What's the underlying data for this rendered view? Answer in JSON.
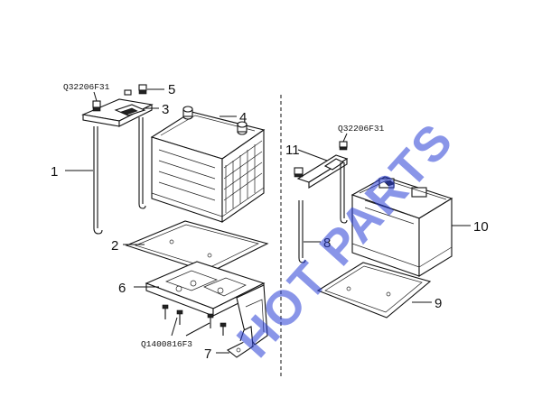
{
  "codes": {
    "left_top": "Q32206F31",
    "right_top": "Q32206F31",
    "bottom": "Q1400816F3"
  },
  "callouts": {
    "c1": "1",
    "c2": "2",
    "c3": "3",
    "c4": "4",
    "c5": "5",
    "c6": "6",
    "c7": "7",
    "c8": "8",
    "c9": "9",
    "c10": "10",
    "c11": "11"
  },
  "watermark": "HOT PARTS"
}
